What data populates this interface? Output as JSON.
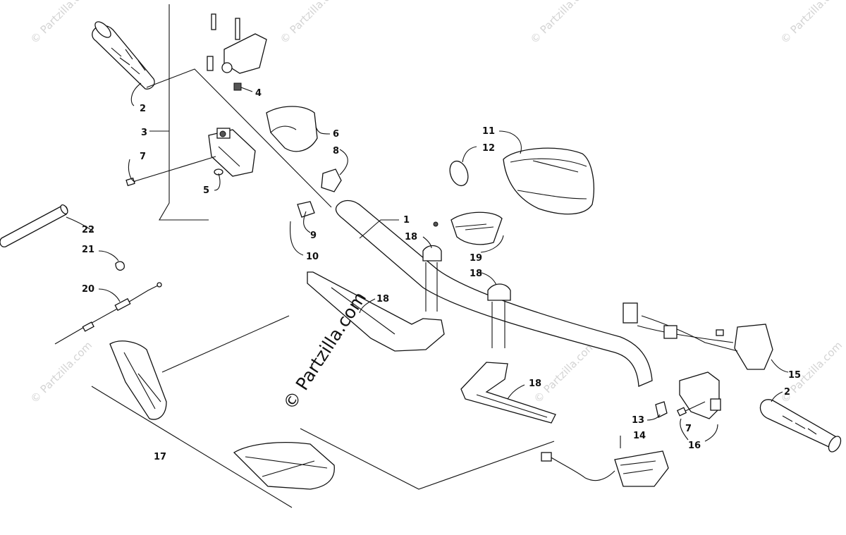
{
  "watermark": {
    "main": "© Partzilla.com",
    "faint": "© Partzilla.com"
  },
  "callouts": [
    "1",
    "2",
    "3",
    "4",
    "5",
    "6",
    "7",
    "8",
    "9",
    "10",
    "11",
    "12",
    "13",
    "14",
    "15",
    "16",
    "17",
    "18",
    "19",
    "20",
    "21",
    "22"
  ]
}
